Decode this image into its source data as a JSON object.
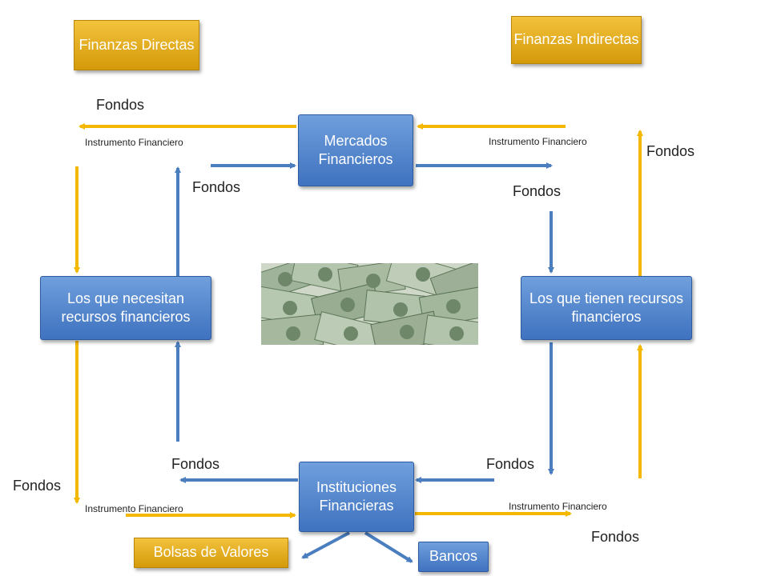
{
  "boxes": {
    "finanzas_directas": "Finanzas Directas",
    "finanzas_indirectas": "Finanzas Indirectas",
    "mercados": "Mercados Financieros",
    "instituciones": "Instituciones Financieras",
    "necesitan": "Los que necesitan recursos financieros",
    "tienen": "Los que tienen recursos financieros",
    "bolsas": "Bolsas de Valores",
    "bancos": "Bancos"
  },
  "labels": {
    "fondos": "Fondos",
    "instrumento": "Instrumento Financiero"
  },
  "colors": {
    "blue_arrow": "#4a7ebf",
    "gold_arrow": "#f5b800",
    "box_blue": "#4a7ebf",
    "box_gold": "#e0a815"
  },
  "image": {
    "subject": "money-bills"
  }
}
